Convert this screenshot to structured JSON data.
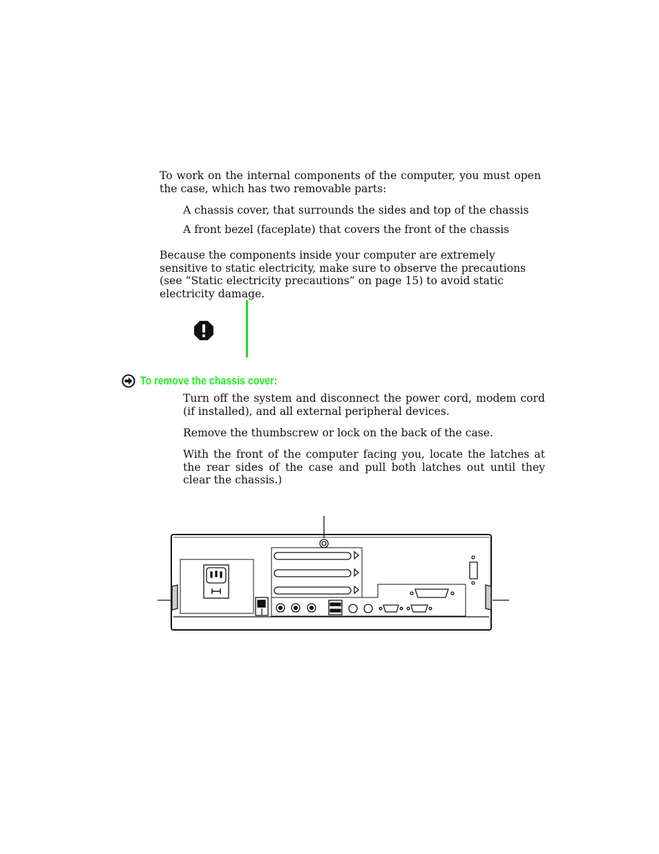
{
  "intro": {
    "text": "To work on the internal components of the computer, you must open the case, which has two removable parts:"
  },
  "parts": [
    "A chassis cover, that surrounds the sides and top of the chassis",
    "A front bezel (faceplate) that covers the front of the chassis"
  ],
  "static_note": "Because the components inside your computer are extremely sensitive to static electricity, make sure to observe the precautions (see “Static electricity precautions” on page 15) to avoid static electricity damage.",
  "caution": {
    "icon": "warning-octagon-icon",
    "bar_color": "#22dd22"
  },
  "procedure": {
    "icon": "arrow-circle-right-icon",
    "title": "To remove the chassis cover:",
    "title_color": "#22ee22",
    "steps": [
      "Turn off the system and disconnect the power cord, modem cord (if installed), and all external peripheral devices.",
      "Remove the thumbscrew or lock on the back of the case.",
      "With the front of the computer facing you, locate the latches at the rear sides of the case and pull both latches out until they clear the chassis.)"
    ]
  },
  "figure": {
    "icon": "computer-rear-panel-illustration"
  }
}
